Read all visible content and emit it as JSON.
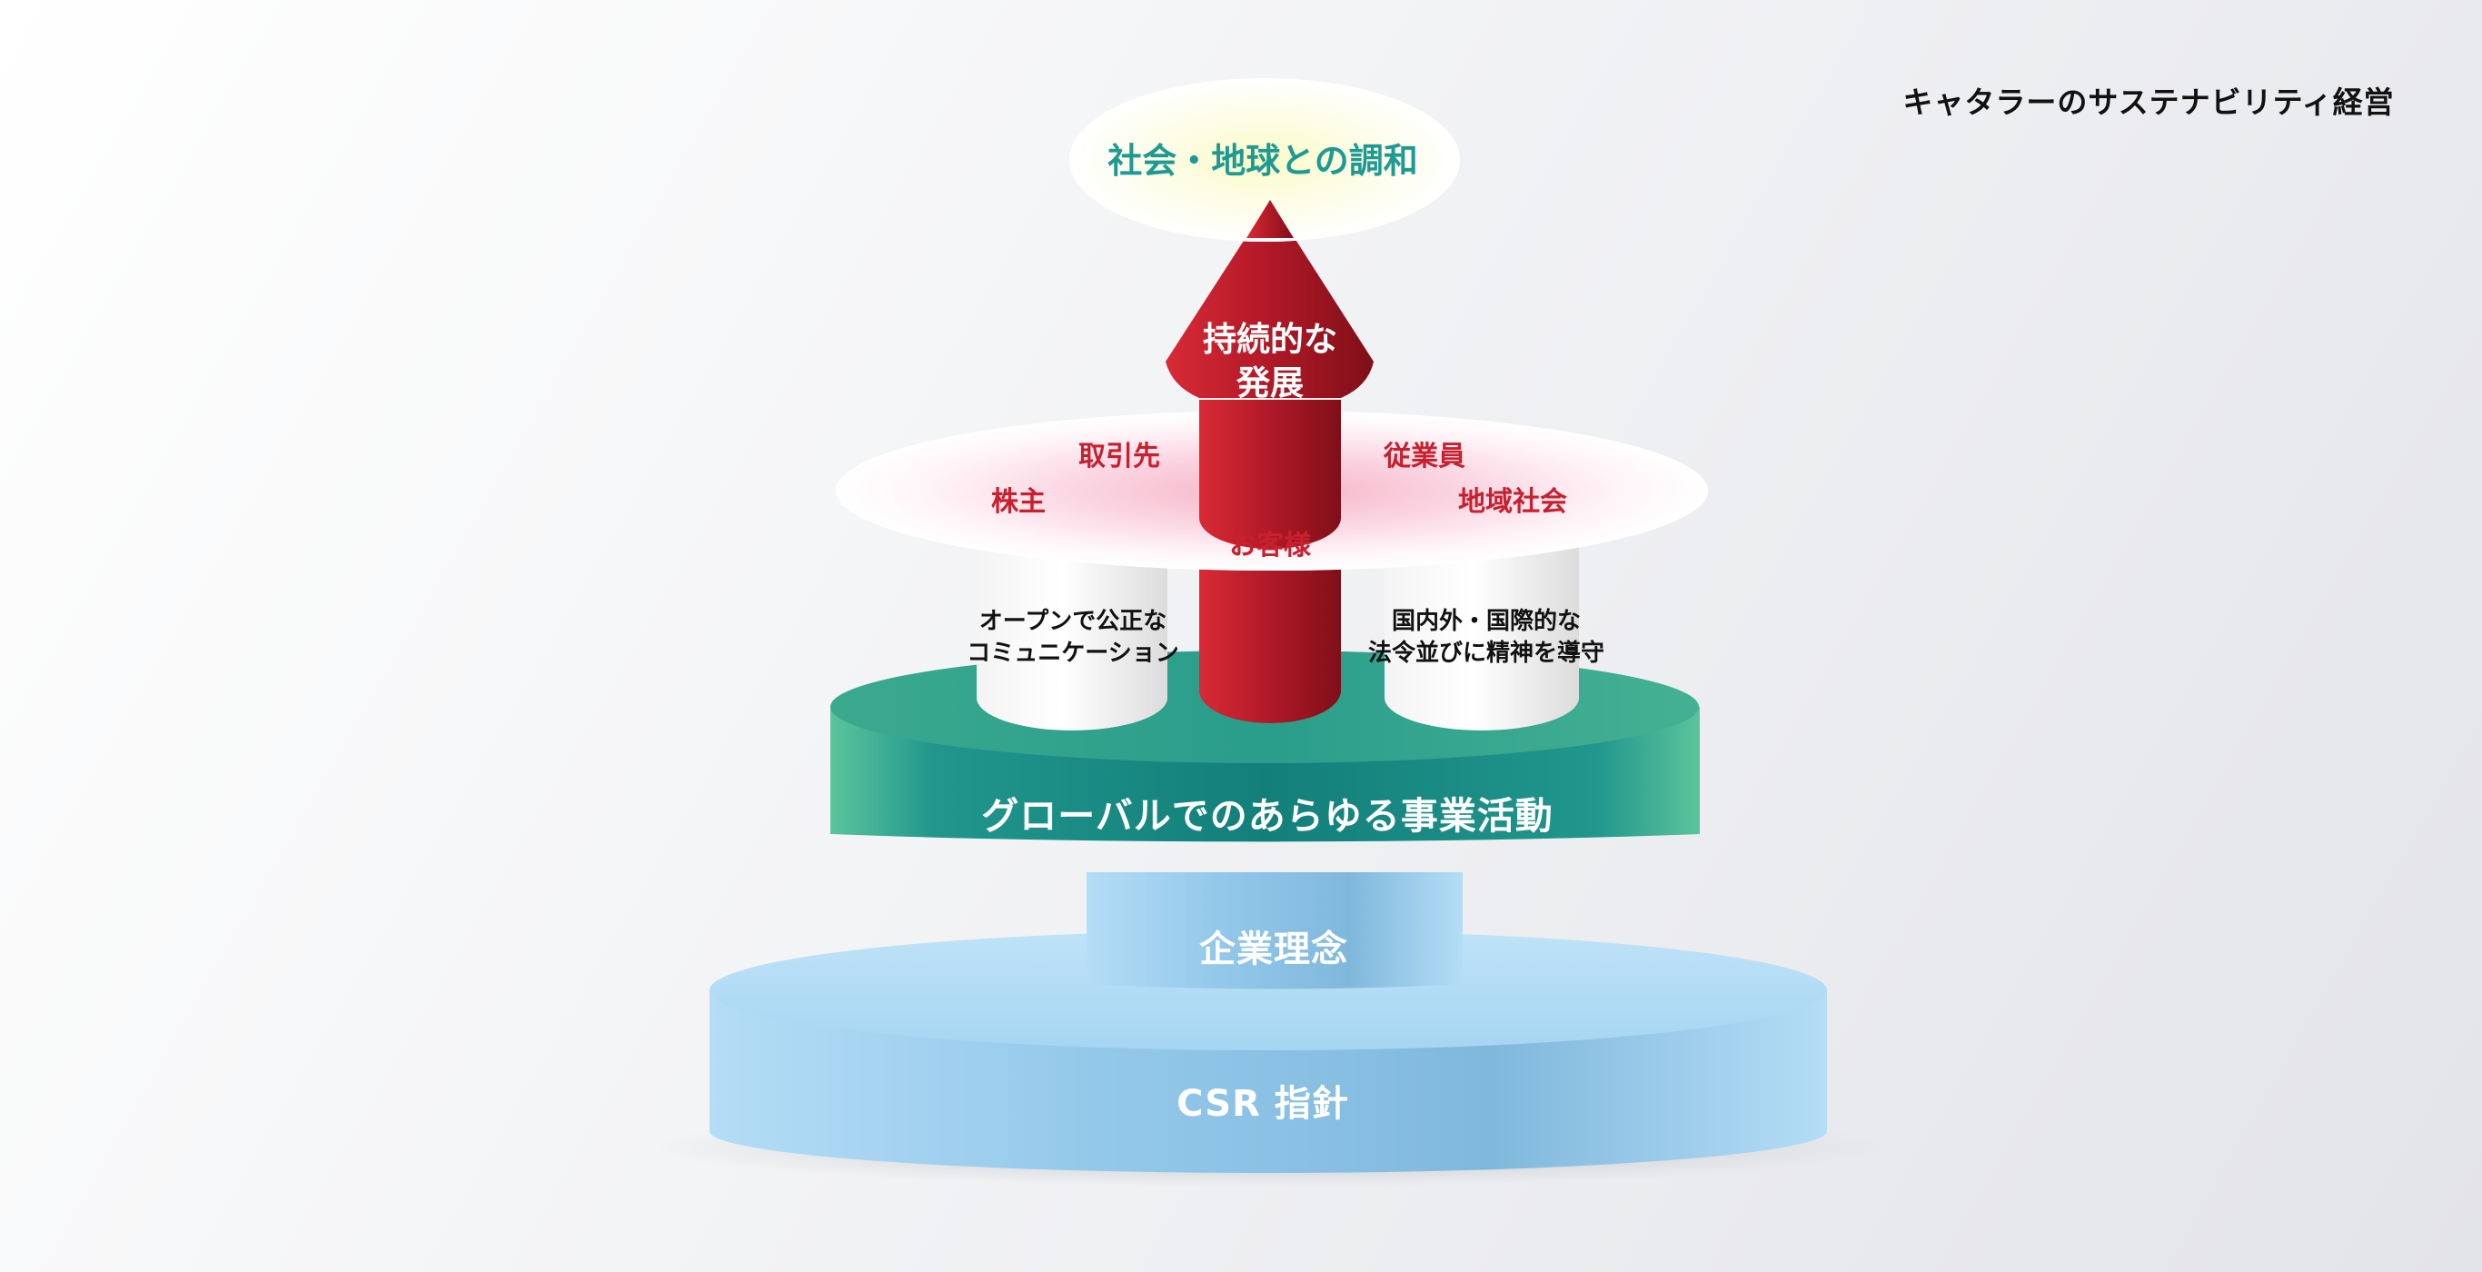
{
  "title": "キャタラーのサステナビリティ経営",
  "goal": "社会・地球との調和",
  "arrow_label_line1": "持続的な",
  "arrow_label_line2": "発展",
  "stakeholders": {
    "partners": "取引先",
    "employees": "従業員",
    "shareholders": "株主",
    "community": "地域社会",
    "customers": "お客様"
  },
  "pillar_left_line1": "オープンで公正な",
  "pillar_left_line2": "コミュニケーション",
  "pillar_right_line1": "国内外・国際的な",
  "pillar_right_line2": "法令並びに精神を導守",
  "business_layer": "グローバルでのあらゆる事業活動",
  "philosophy_layer": "企業理念",
  "csr_layer": "CSR 指針",
  "colors": {
    "accent_teal": "#1f9a92",
    "accent_red": "#c8202f",
    "disc_blue": "#8cc6ea",
    "layer_teal": "#1a8f84"
  },
  "icons": {
    "arrow": "up-arrow-icon"
  }
}
